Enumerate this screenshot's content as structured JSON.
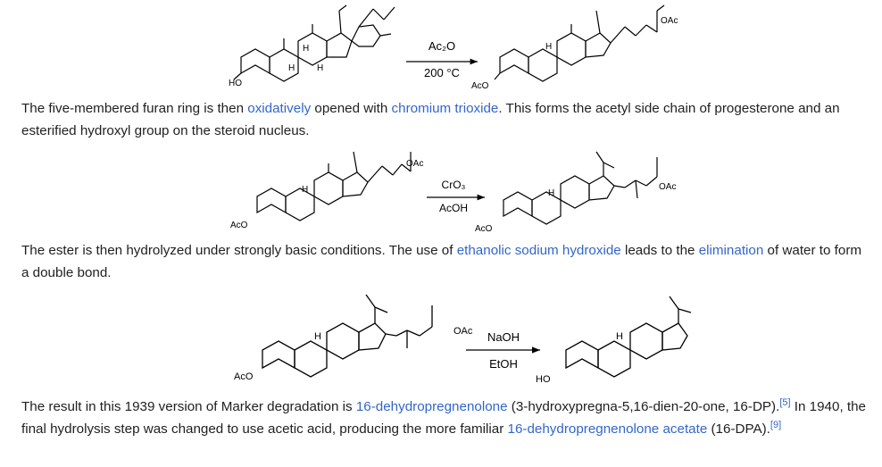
{
  "scheme1": {
    "start_labels": {
      "ho": "HO",
      "h1": "H",
      "h2": "H",
      "h3": "H"
    },
    "reagent_top": "Ac₂O",
    "reagent_bottom": "200 °C",
    "product_labels": {
      "aco": "AcO",
      "h": "H",
      "oac": "OAc"
    }
  },
  "para1": {
    "t1": "The five-membered furan ring is then ",
    "l1": "oxidatively",
    "t2": " opened with ",
    "l2": "chromium trioxide",
    "t3": ". This forms the acetyl side chain of progesterone and an esterified hydroxyl group on the steroid nucleus."
  },
  "scheme2": {
    "start_labels": {
      "aco": "AcO",
      "h": "H",
      "oac": "OAc"
    },
    "reagent_top": "CrO₃",
    "reagent_bottom": "AcOH",
    "product_labels": {
      "aco": "AcO",
      "h": "H",
      "oac": "OAc"
    }
  },
  "para2": {
    "t1": "The ester is then hydrolyzed under strongly basic conditions. The use of ",
    "l1": "ethanolic sodium hydroxide",
    "t2": " leads to the ",
    "l2": "elimination",
    "t3": " of water to form a double bond."
  },
  "scheme3": {
    "start_labels": {
      "aco": "AcO",
      "h": "H",
      "oac": "OAc"
    },
    "reagent_top": "NaOH",
    "reagent_bottom": "EtOH",
    "product_labels": {
      "ho": "HO",
      "h": "H"
    }
  },
  "para3": {
    "t1": "The result in this 1939 version of Marker degradation is ",
    "l1": "16-dehydropregnenolone",
    "t2": " (3-hydroxypregna-5,16-dien-20-one, 16-DP).",
    "ref1": "[5]",
    "t3": " In 1940, the final hydrolysis step was changed to use acetic acid, producing the more familiar ",
    "l2": "16-dehydropregnenolone acetate",
    "t4": " (16-DPA).",
    "ref2": "[9]"
  }
}
